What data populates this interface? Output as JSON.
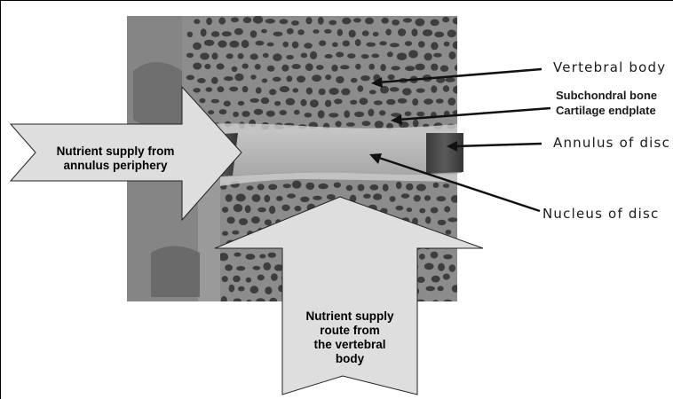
{
  "labels": {
    "vertebral_body": "Vertebral body",
    "subchondral_bone": "Subchondral bone",
    "cartilage_endplate": "Cartilage endplate",
    "annulus_of_disc": "Annulus of disc",
    "nucleus_of_disc": "Nucleus of disc"
  },
  "callouts": {
    "annulus_supply": [
      "Nutrient supply from",
      "annulus periphery"
    ],
    "vertebral_supply": [
      "Nutrient supply",
      "route from",
      "the vertebral",
      "body"
    ]
  },
  "colors": {
    "bone_bg": "#8a8a8a",
    "bone_pore": "#3d3d3d",
    "disc": "#b4b4b4",
    "annulus": "#4a4a4a",
    "callout_fill": "#dedede"
  }
}
